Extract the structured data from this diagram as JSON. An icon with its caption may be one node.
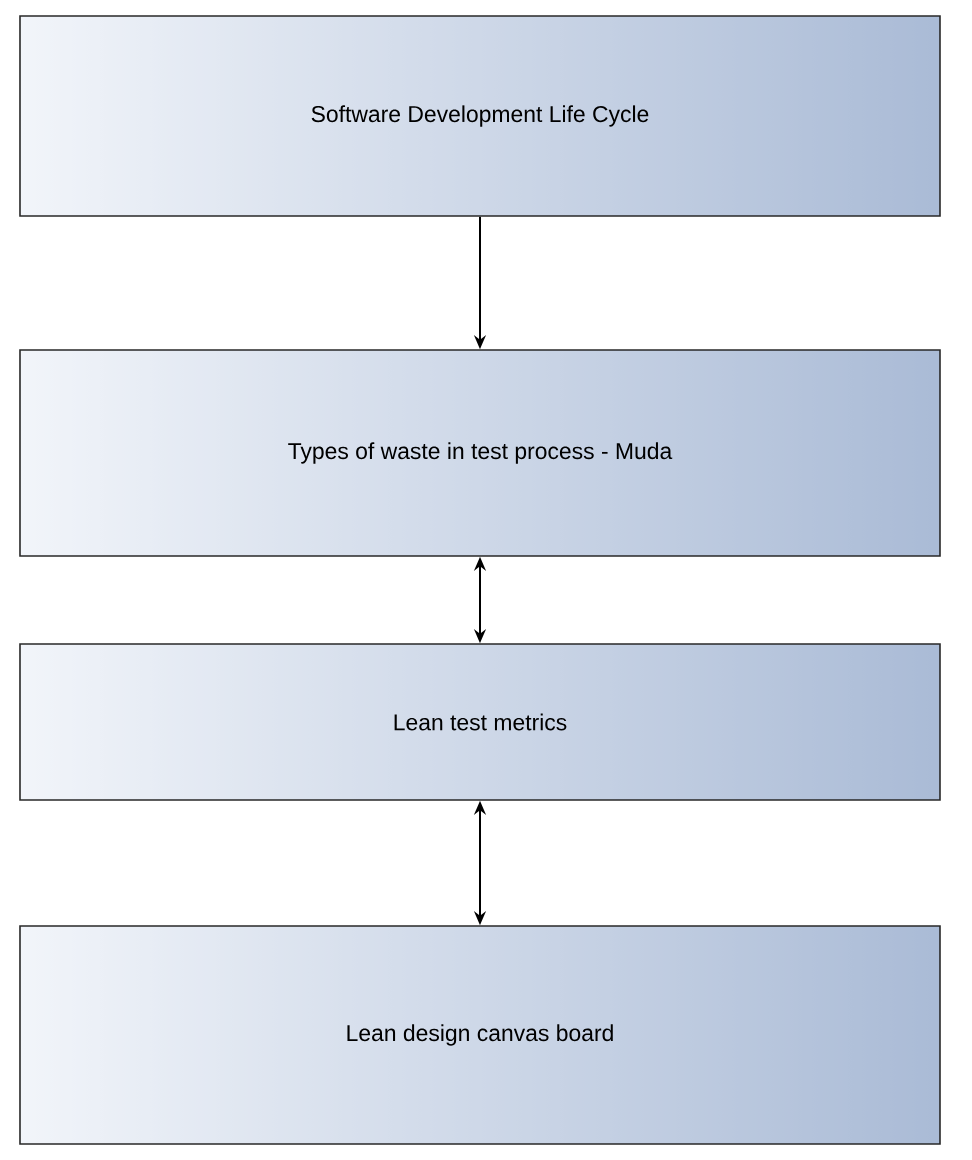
{
  "diagram": {
    "nodes": [
      {
        "text": [
          "Software Development Life Cycle"
        ]
      },
      {
        "text": [
          "Types of waste in test process - Muda"
        ]
      },
      {
        "text": [
          "Lean test metrics"
        ]
      },
      {
        "text": [
          "Lean design canvas board"
        ]
      }
    ],
    "edges": [
      {
        "from": 0,
        "to": 1,
        "arrow": "to"
      },
      {
        "from": 1,
        "to": 2,
        "arrow": "both"
      },
      {
        "from": 2,
        "to": 3,
        "arrow": "both"
      }
    ]
  }
}
